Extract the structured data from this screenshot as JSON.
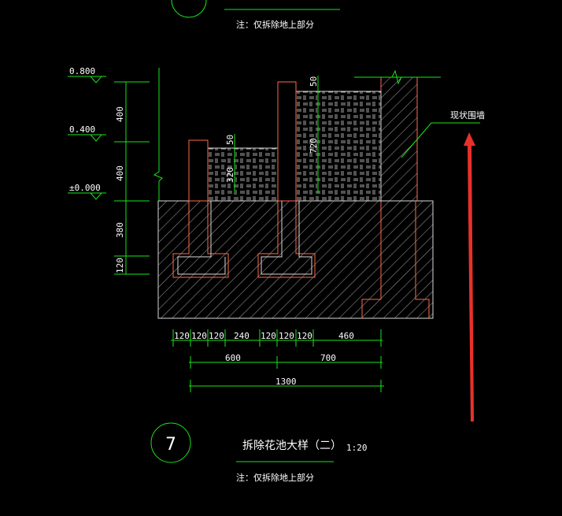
{
  "top_note": "注：仅拆除地上部分",
  "bottom_note": "注：仅拆除地上部分",
  "detail_number": "7",
  "detail_title": "拆除花池大样（二）",
  "scale": "1:20",
  "wall_label": "现状围墙",
  "elevations": [
    "0.800",
    "0.400",
    "±0.000"
  ],
  "left_dims": [
    "400",
    "400",
    "380",
    "120"
  ],
  "inner_dims": [
    "50",
    "320",
    "50",
    "720"
  ],
  "bottom_dims_row1": [
    "120",
    "120",
    "120",
    "240",
    "120",
    "120",
    "120",
    "460"
  ],
  "bottom_dims_row2": [
    "600",
    "700"
  ],
  "bottom_dims_row3": [
    "1300"
  ],
  "colors": {
    "line_green": "#19e619",
    "line_red": "#ff6a4d",
    "arrow_red": "#e8312a",
    "background": "#000000"
  }
}
